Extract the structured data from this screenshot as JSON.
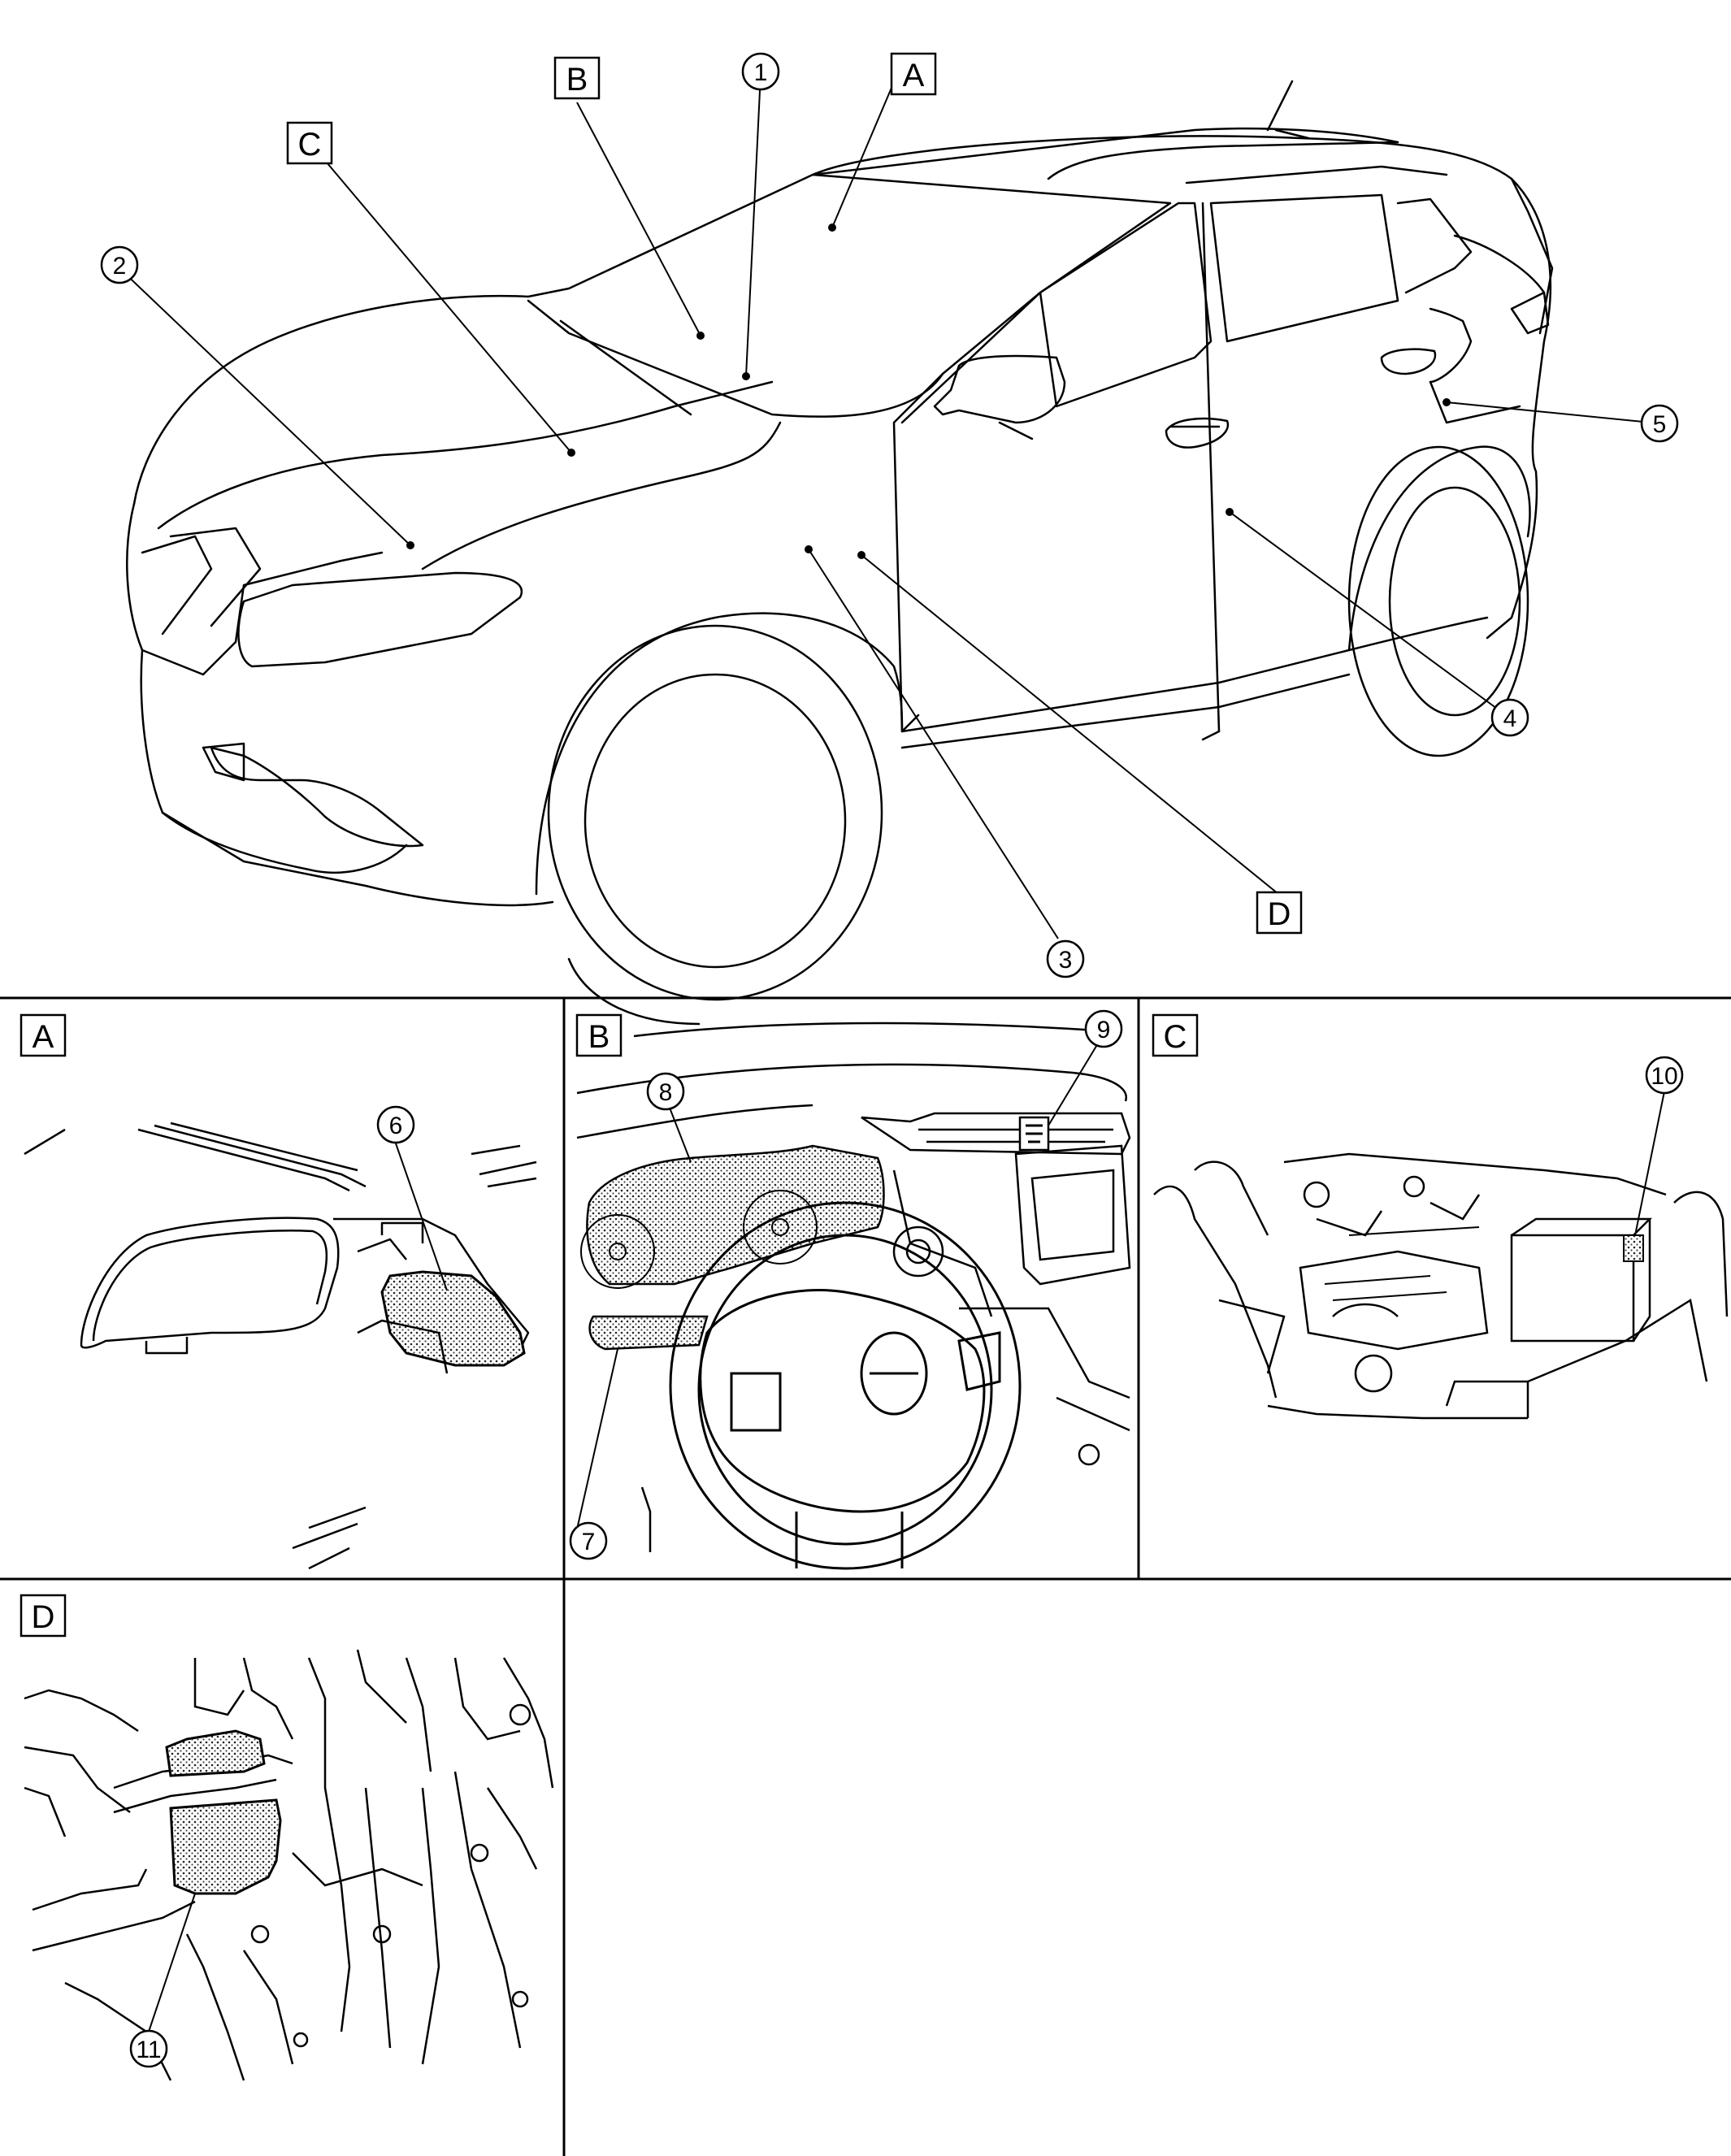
{
  "diagram": {
    "view_letters": {
      "A": "A",
      "B": "B",
      "C": "C",
      "D": "D"
    },
    "callouts": {
      "c1": "1",
      "c2": "2",
      "c3": "3",
      "c4": "4",
      "c5": "5",
      "c6": "6",
      "c7": "7",
      "c8": "8",
      "c9": "9",
      "c10": "10",
      "c11": "11"
    },
    "colors": {
      "line": "#000000",
      "background": "#ffffff",
      "shading": "#9a9a9a"
    },
    "icons": [
      "vehicle-illustration",
      "rearview-mirror",
      "instrument-panel",
      "steering-wheel",
      "engine-compartment",
      "control-unit-bracket"
    ]
  }
}
